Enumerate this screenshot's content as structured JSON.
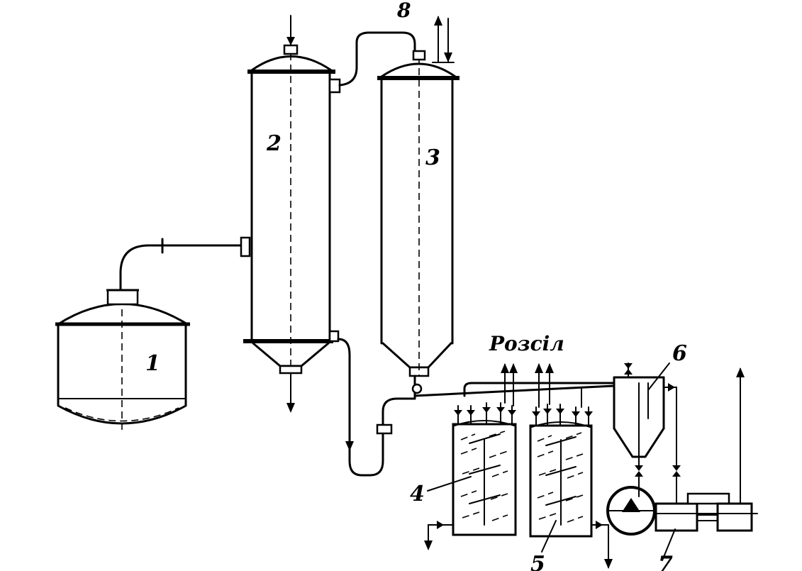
{
  "labels": {
    "l1": "1",
    "l2": "2",
    "l3": "3",
    "l4": "4",
    "l5": "5",
    "l6": "6",
    "l7": "7",
    "l8": "8",
    "brine": "Розсіл"
  }
}
